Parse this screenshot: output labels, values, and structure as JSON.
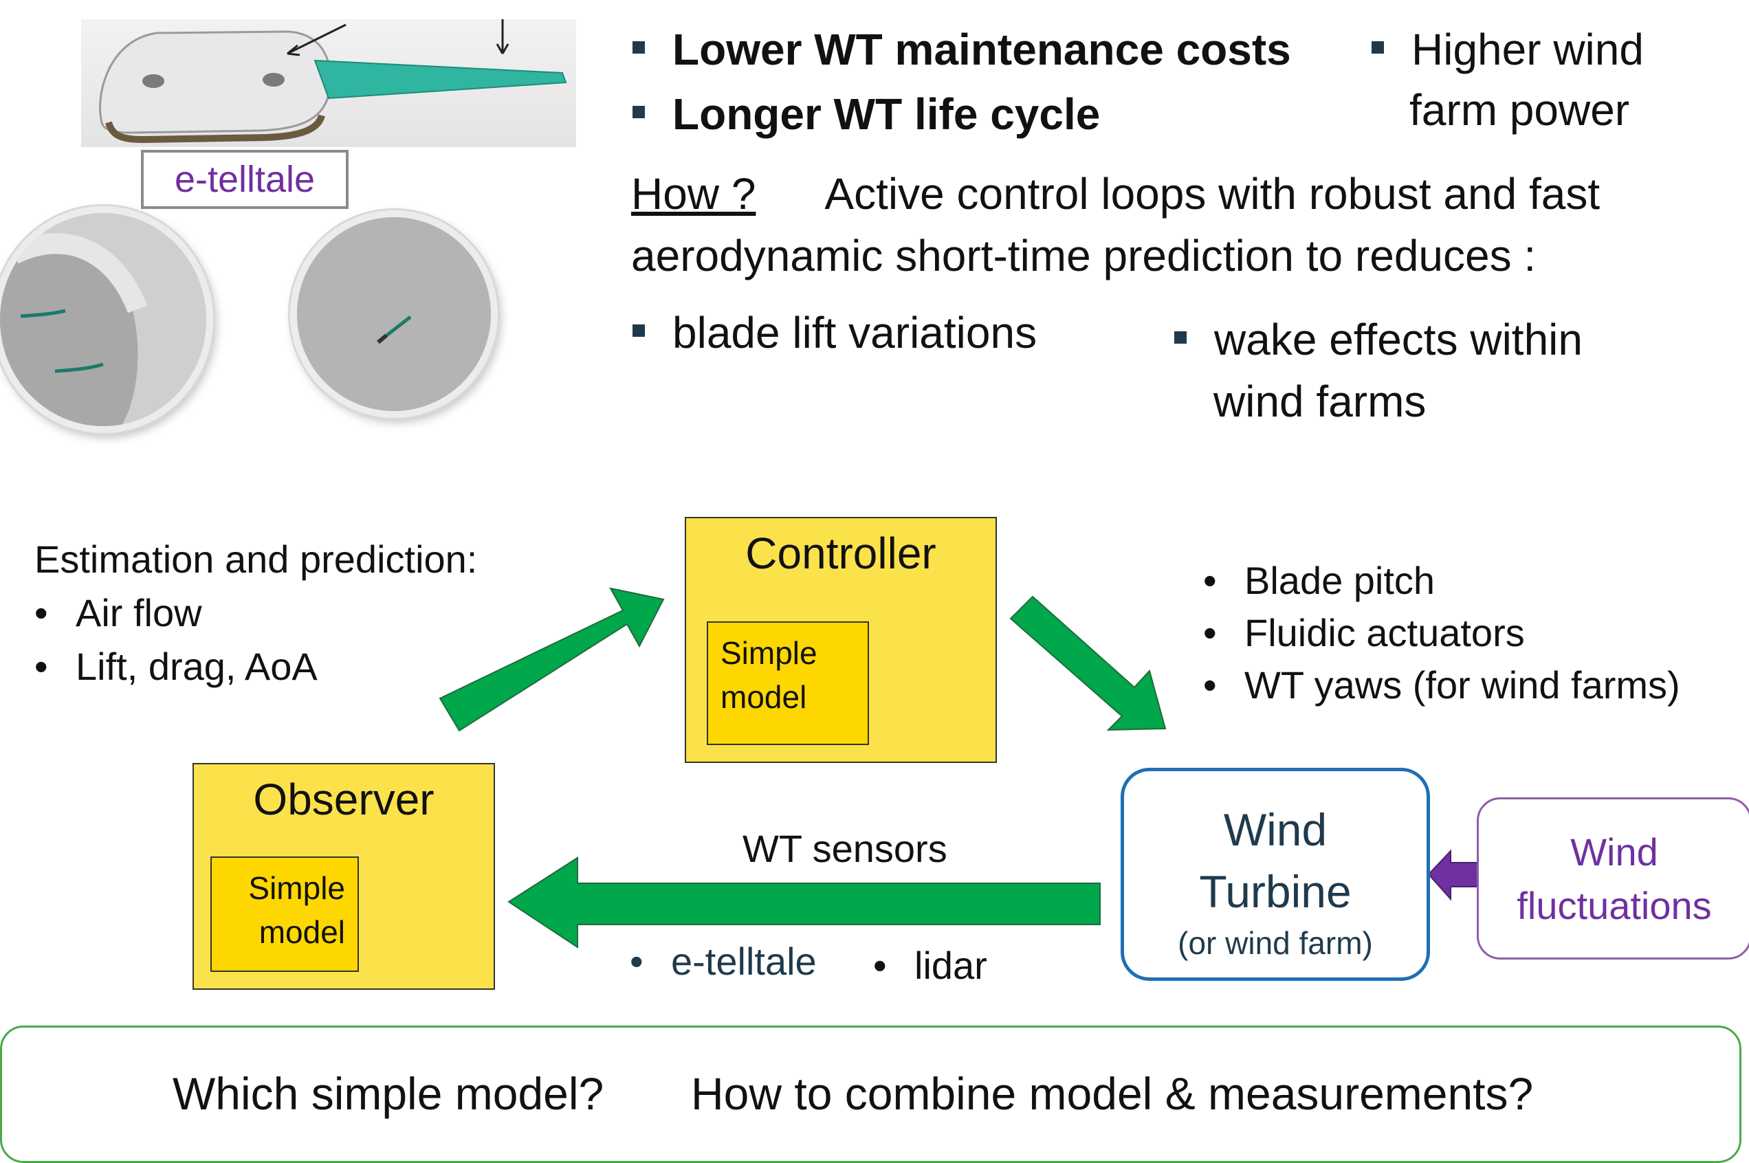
{
  "photos": {
    "label": "e-telltale"
  },
  "objectives": {
    "left": [
      "Lower WT maintenance costs",
      "Longer WT life cycle"
    ],
    "right_line1": "Higher wind",
    "right_line2": "farm power"
  },
  "how": {
    "label": "How ?",
    "line1": "Active control loops with robust and fast",
    "line2": "aerodynamic short-time prediction to reduces :",
    "items": {
      "blade": "blade lift variations",
      "wake_line1": "wake effects within",
      "wake_line2": "wind farms"
    }
  },
  "estimation": {
    "title": "Estimation and prediction:",
    "items": [
      "Air flow",
      "Lift, drag, AoA"
    ]
  },
  "controller": {
    "title": "Controller",
    "inner_line1": "Simple",
    "inner_line2": "model"
  },
  "actuators": {
    "items": [
      "Blade pitch",
      "Fluidic actuators",
      "WT yaws (for wind farms)"
    ]
  },
  "observer": {
    "title": "Observer",
    "inner_line1": "Simple",
    "inner_line2": "model"
  },
  "sensors": {
    "title": "WT sensors",
    "item1": "e-telltale",
    "item2": "lidar"
  },
  "wind_turbine": {
    "line1": "Wind",
    "line2": "Turbine",
    "line3": "(or wind farm)"
  },
  "wind_fluctuations": {
    "line1": "Wind",
    "line2": "fluctuations"
  },
  "questions": {
    "q1": "Which simple model?",
    "q2": "How to combine model & measurements?"
  },
  "colors": {
    "arrow_green": "#00a74b",
    "arrow_purple": "#7030a0",
    "box_yellow": "#fce24a",
    "inner_yellow": "#ffd700",
    "turbine_blue": "#1f6fb5",
    "telltale_purple": "#7030a0",
    "question_border": "#4aaa4a",
    "bullet_dark": "#1f3a4d"
  },
  "icons": [
    "telltale-photo",
    "blade-photo-icon",
    "sensor-closeup-icon"
  ]
}
